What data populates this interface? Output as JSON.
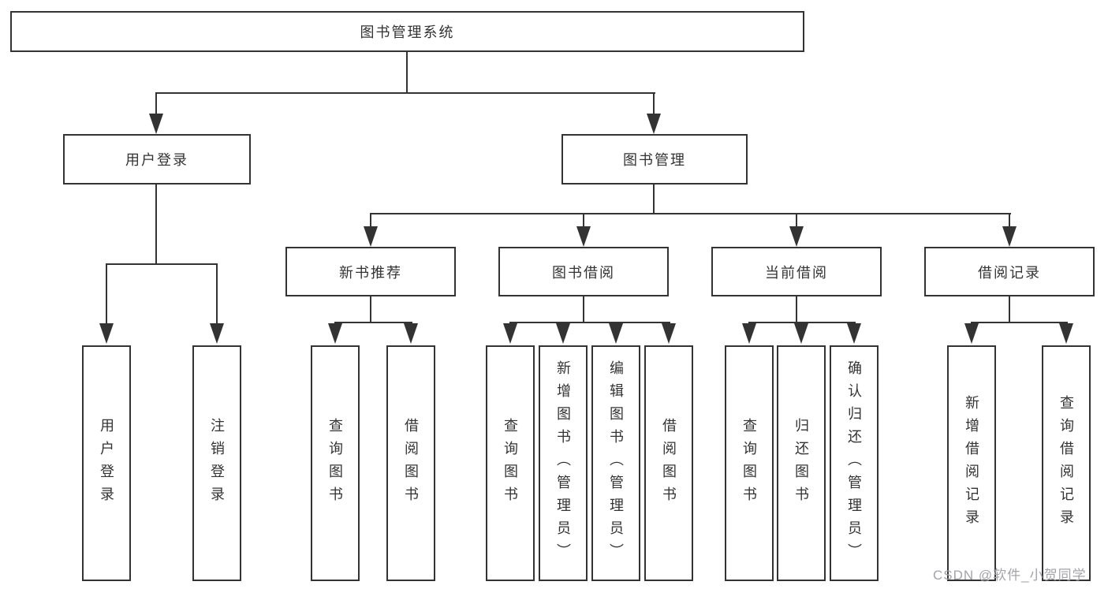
{
  "diagram": {
    "root": {
      "label": "图书管理系统"
    },
    "level2": [
      {
        "label": "用户登录",
        "children": [
          "用户登录",
          "注销登录"
        ]
      },
      {
        "label": "图书管理",
        "groups": [
          {
            "label": "新书推荐",
            "children": [
              "查询图书",
              "借阅图书"
            ]
          },
          {
            "label": "图书借阅",
            "children": [
              "查询图书",
              "新增图书（管理员）",
              "编辑图书（管理员）",
              "借阅图书"
            ]
          },
          {
            "label": "当前借阅",
            "children": [
              "查询图书",
              "归还图书",
              "确认归还（管理员）"
            ]
          },
          {
            "label": "借阅记录",
            "children": [
              "新增借阅记录",
              "查询借阅记录"
            ]
          }
        ]
      }
    ]
  },
  "watermark": "CSDN @软件_小贺同学",
  "colors": {
    "line": "#333333",
    "box_border": "#333333",
    "text": "#333333",
    "watermark": "#a3a3aa",
    "background": "#ffffff"
  }
}
